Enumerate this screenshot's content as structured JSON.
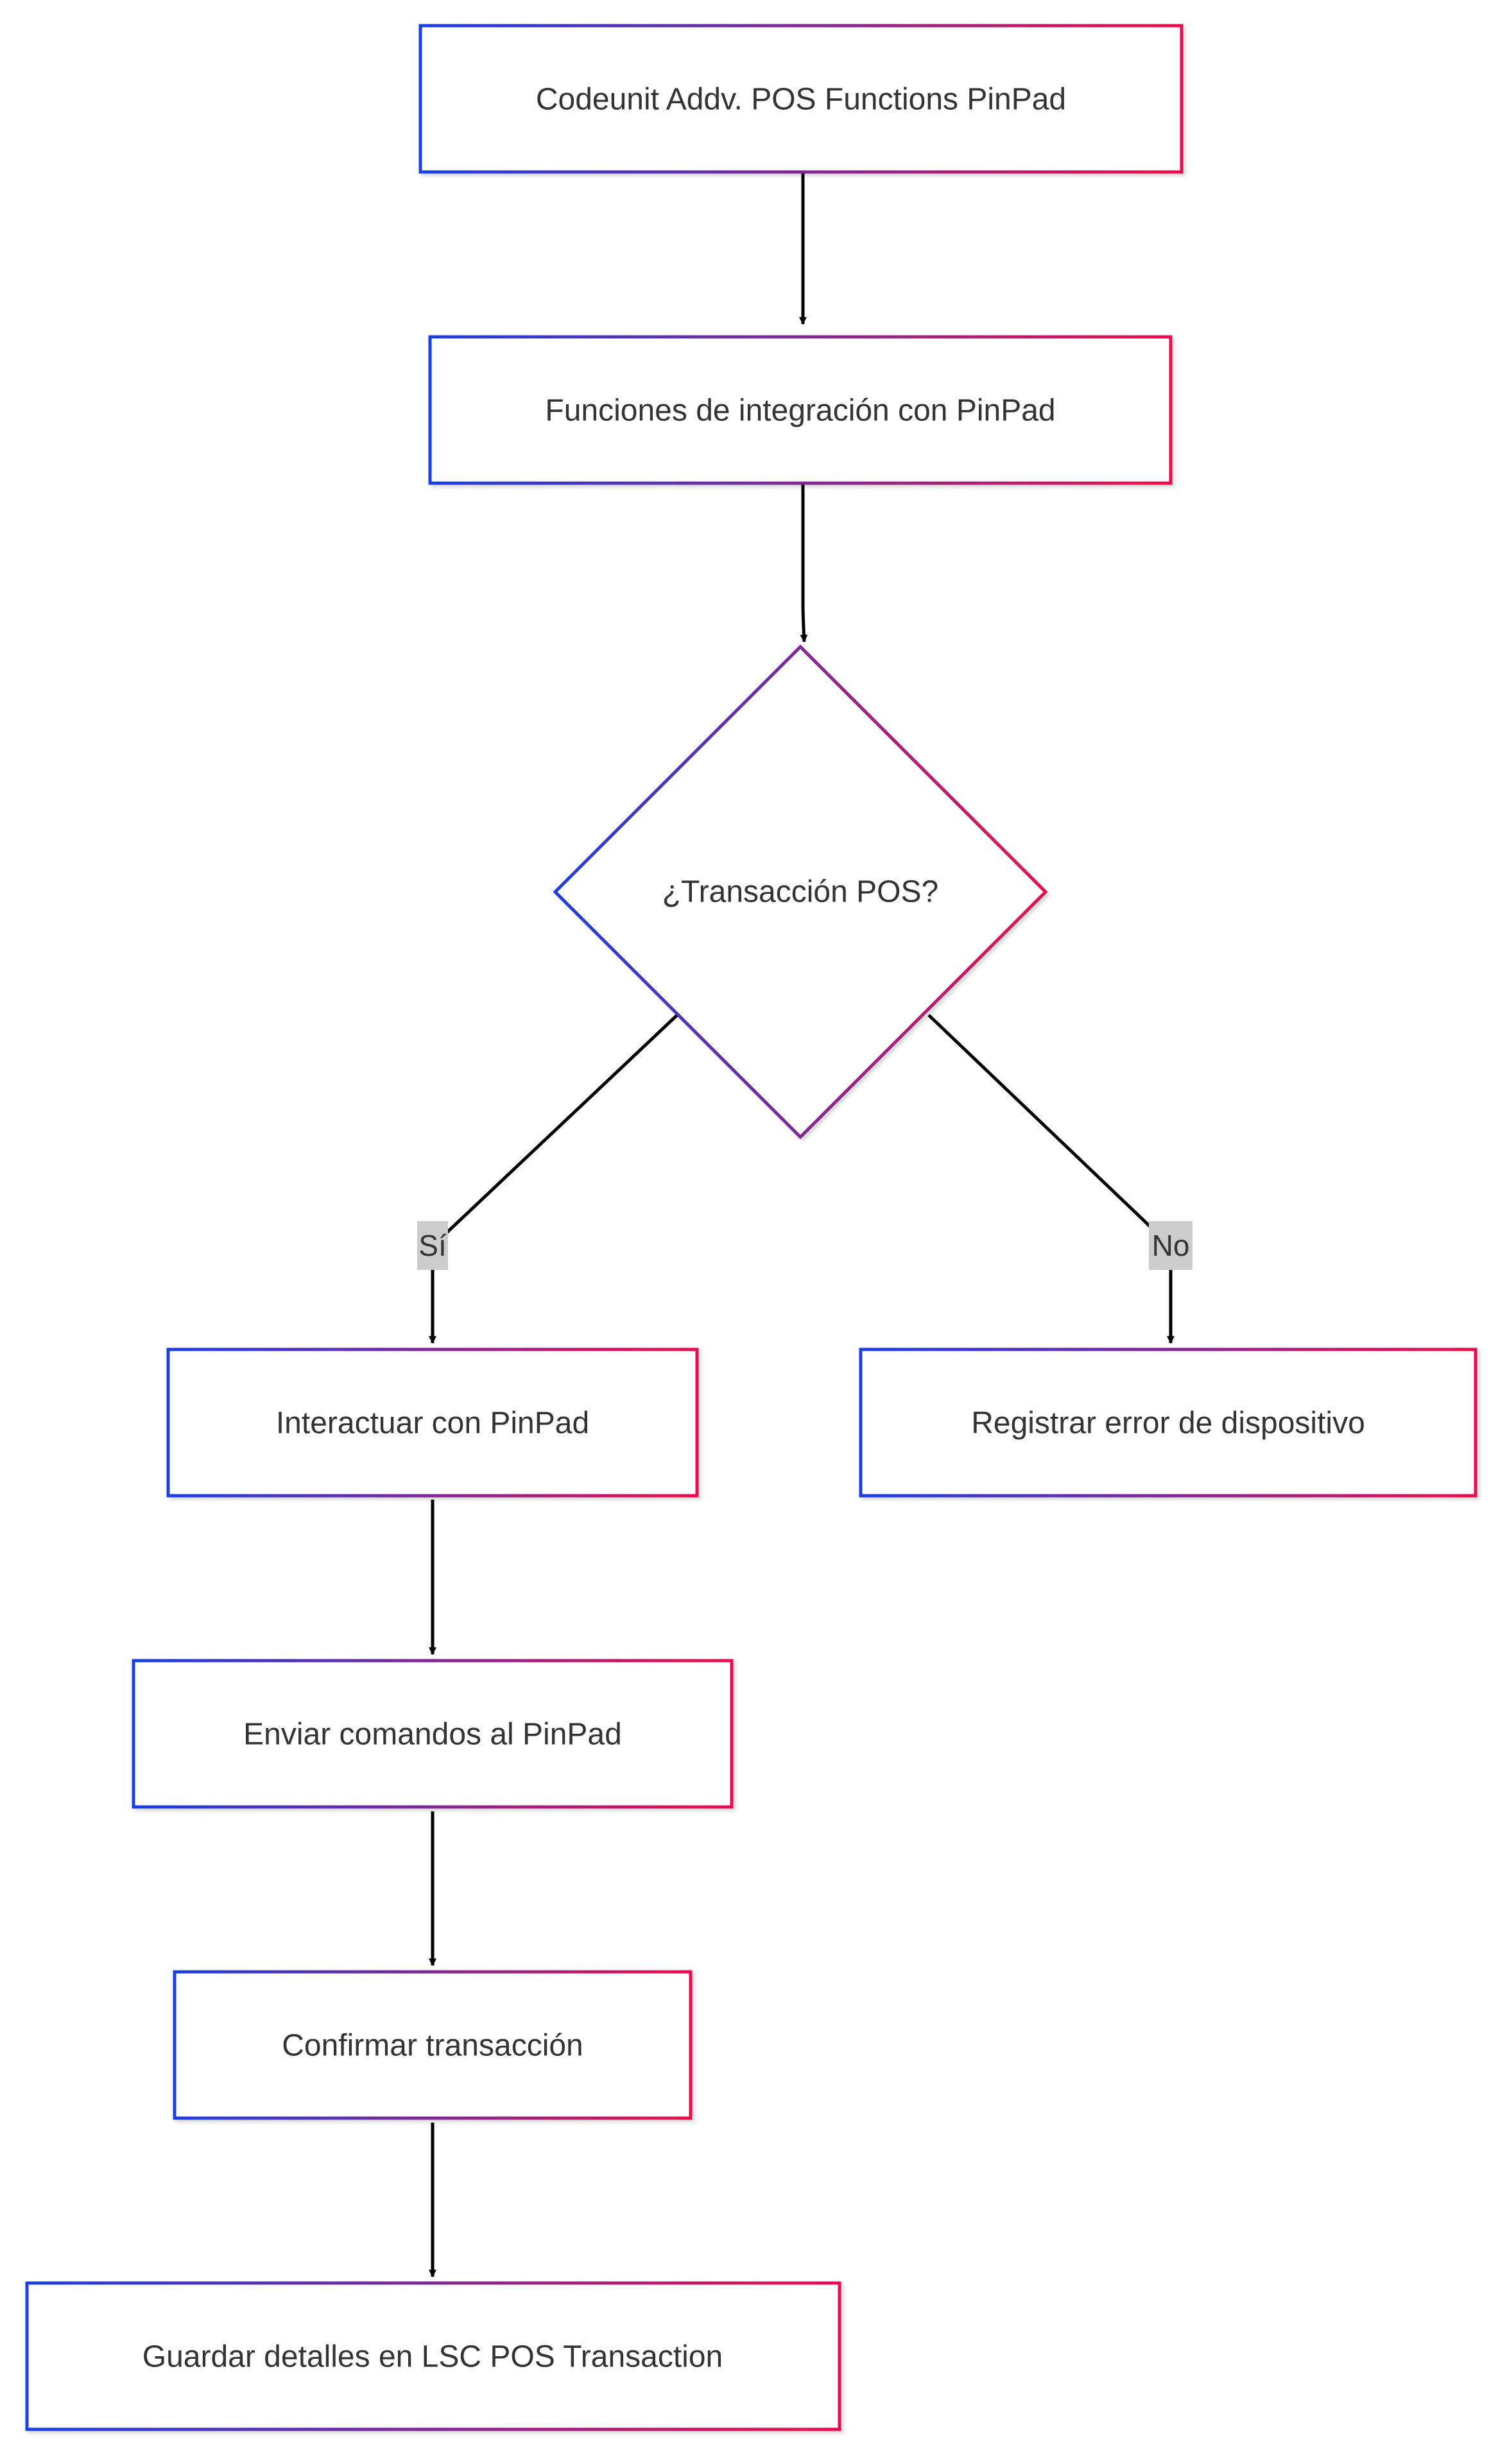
{
  "colors": {
    "border_start": "#1b3fe0",
    "border_end": "#e8104c",
    "node_fill": "#ffffff",
    "edge_stroke": "#000000",
    "edge_label_bg": "#cccccc",
    "text": "#333333"
  },
  "flowchart": {
    "nodes": {
      "codeunit": {
        "label": "Codeunit Addv. POS Functions PinPad"
      },
      "funciones": {
        "label": "Funciones de integración con PinPad"
      },
      "decision": {
        "label": "¿Transacción POS?"
      },
      "interactuar": {
        "label": "Interactuar con PinPad"
      },
      "registrar": {
        "label": "Registrar error de dispositivo"
      },
      "enviar": {
        "label": "Enviar comandos al PinPad"
      },
      "confirmar": {
        "label": "Confirmar transacción"
      },
      "guardar": {
        "label": "Guardar detalles en LSC POS Transaction"
      }
    },
    "edges": {
      "yes_label": "Sí",
      "no_label": "No"
    }
  }
}
